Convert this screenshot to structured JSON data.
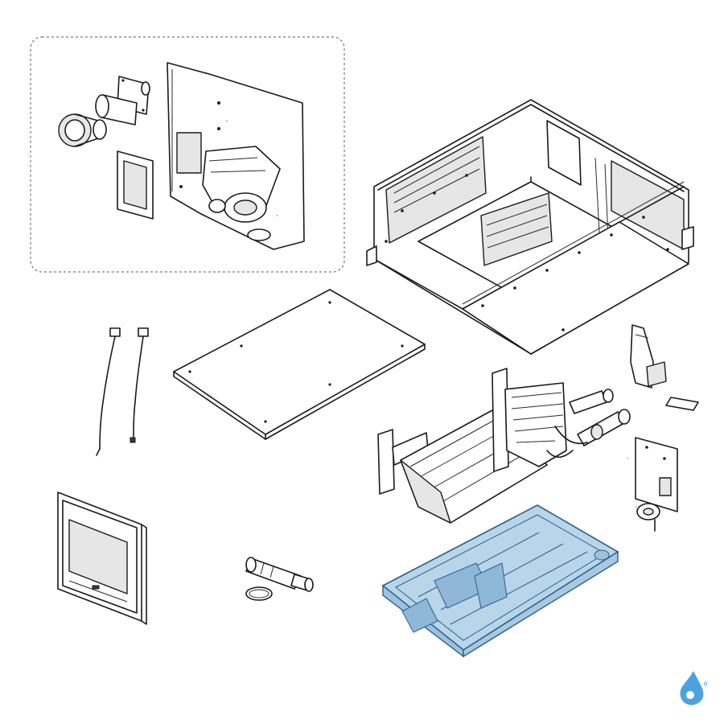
{
  "diagram": {
    "kind": "exploded-parts-view",
    "parts": [
      "pump-kit",
      "unit-housing",
      "top-panel",
      "sensor-cable-left",
      "sensor-cable-right",
      "fan-assembly",
      "electrical-box",
      "valve-bracket",
      "wall-controller",
      "drain-hose",
      "hose-clamp",
      "drain-tray"
    ],
    "colors": {
      "line": "#1a1a1a",
      "highlight_fill": "#b9d5ea",
      "highlight_stroke": "#2c5f86",
      "logo": "#4aa3df"
    },
    "highlighted_part": "drain-tray",
    "logo_icon": "water-drop-logo-icon"
  }
}
